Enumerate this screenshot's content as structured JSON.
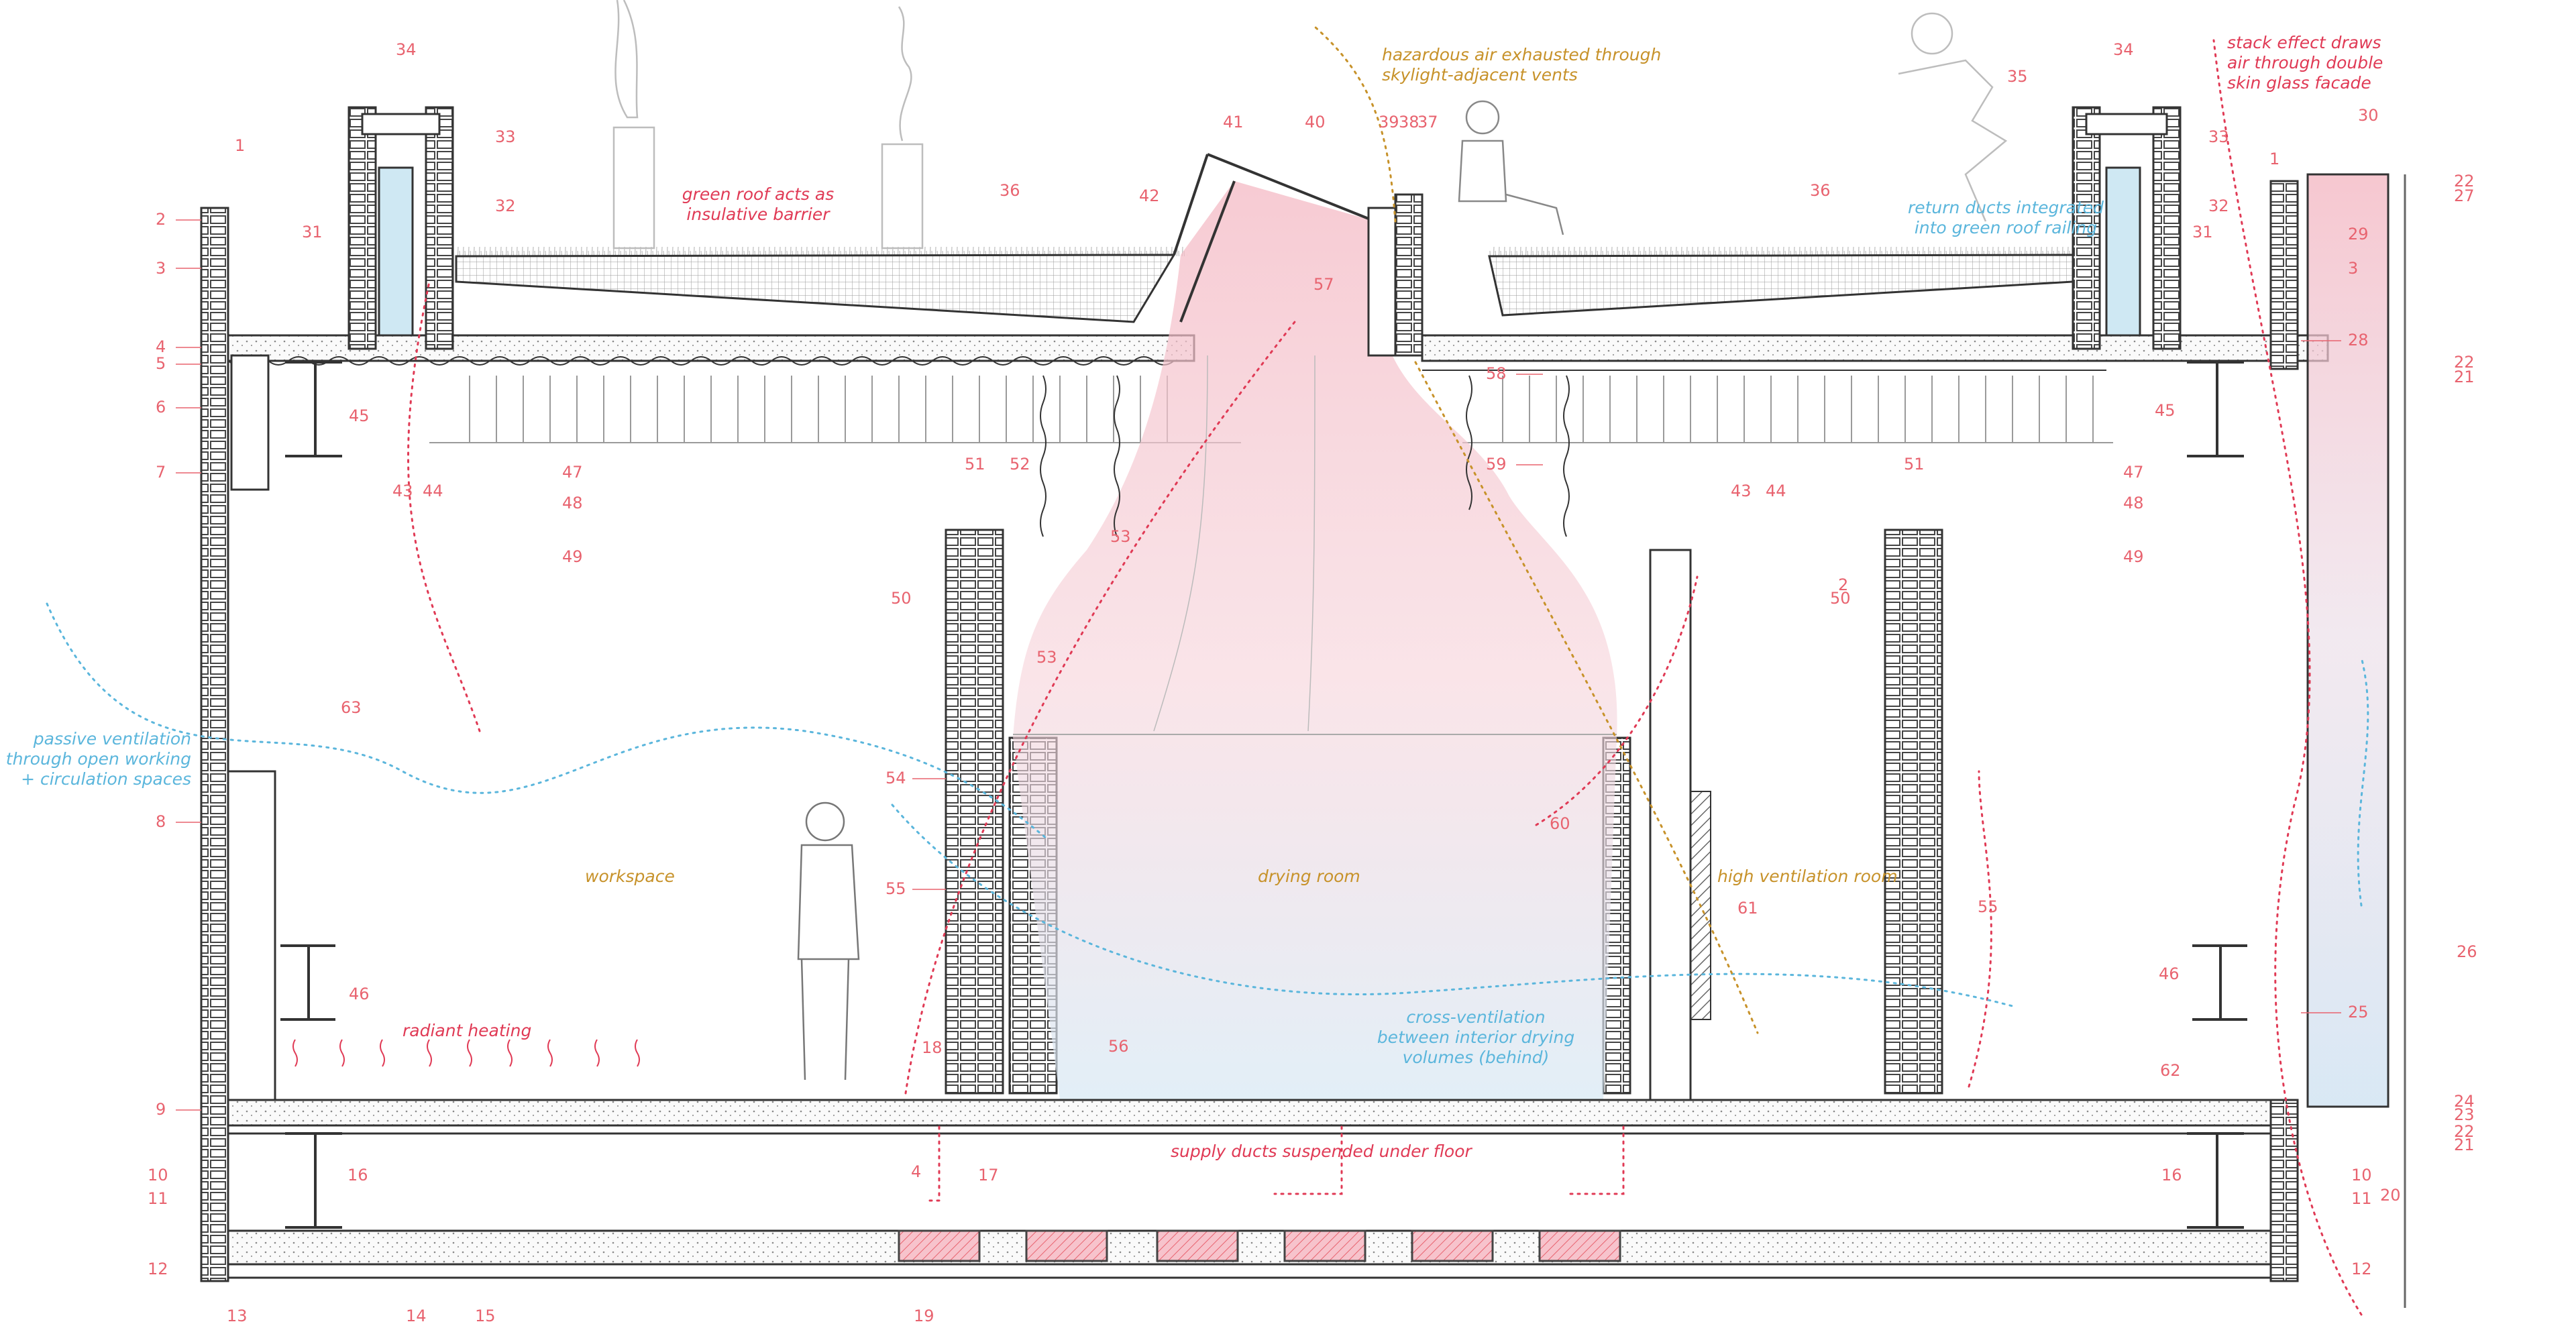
{
  "colors": {
    "annotation_gold": "#c7922a",
    "annotation_red": "#e03a55",
    "annotation_blue": "#5bb6dc",
    "callout_number": "#e8636f",
    "structure_line": "#3a3a3a",
    "warm_air_fill": "#f6c6cf",
    "cool_air_fill": "#dcebf5",
    "brick_hatch": "#555555"
  },
  "rooms": {
    "workspace": "workspace",
    "drying_room": "drying room",
    "high_ventilation_room": "high ventilation room"
  },
  "annotations": {
    "green_roof": [
      "green roof acts as",
      "insulative barrier"
    ],
    "hazardous_air": [
      "hazardous air exhausted through",
      "skylight-adjacent vents"
    ],
    "stack_effect": [
      "stack effect draws",
      "air through double",
      "skin glass facade"
    ],
    "return_ducts": [
      "return ducts integrated",
      "into green roof railing"
    ],
    "passive_ventilation": [
      "passive ventilation",
      "through open working",
      "+ circulation spaces"
    ],
    "radiant_heating": [
      "radiant heating"
    ],
    "cross_ventilation": [
      "cross-ventilation",
      "between interior drying",
      "volumes (behind)"
    ],
    "supply_ducts": [
      "supply ducts suspended under floor"
    ]
  },
  "callouts": {
    "c1a": "1",
    "c1b": "1",
    "c2a": "2",
    "c2b": "2",
    "c3a": "3",
    "c3b": "3",
    "c4a": "4",
    "c4b": "4",
    "c5": "5",
    "c6": "6",
    "c7": "7",
    "c8": "8",
    "c9": "9",
    "c10a": "10",
    "c10b": "10",
    "c11a": "11",
    "c11b": "11",
    "c12a": "12",
    "c12b": "12",
    "c13": "13",
    "c14": "14",
    "c15": "15",
    "c16a": "16",
    "c16b": "16",
    "c17": "17",
    "c18": "18",
    "c19": "19",
    "c20": "20",
    "c21a": "21",
    "c21b": "21",
    "c22a": "22",
    "c22b": "22",
    "c22c": "22",
    "c23": "23",
    "c24": "24",
    "c25": "25",
    "c26": "26",
    "c27": "27",
    "c28": "28",
    "c29": "29",
    "c30": "30",
    "c31a": "31",
    "c31b": "31",
    "c32a": "32",
    "c32b": "32",
    "c33a": "33",
    "c33b": "33",
    "c34a": "34",
    "c34b": "34",
    "c35": "35",
    "c36a": "36",
    "c36b": "36",
    "c37": "37",
    "c38": "38",
    "c39": "39",
    "c40": "40",
    "c41": "41",
    "c42": "42",
    "c43a": "43",
    "c43b": "43",
    "c44a": "44",
    "c44b": "44",
    "c45a": "45",
    "c45b": "45",
    "c46a": "46",
    "c46b": "46",
    "c47a": "47",
    "c47b": "47",
    "c48a": "48",
    "c48b": "48",
    "c49a": "49",
    "c49b": "49",
    "c50a": "50",
    "c50b": "50",
    "c51a": "51",
    "c51b": "51",
    "c52": "52",
    "c53a": "53",
    "c53b": "53",
    "c54": "54",
    "c55a": "55",
    "c55b": "55",
    "c56": "56",
    "c57": "57",
    "c58": "58",
    "c59": "59",
    "c60": "60",
    "c61": "61",
    "c62": "62",
    "c63": "63"
  }
}
